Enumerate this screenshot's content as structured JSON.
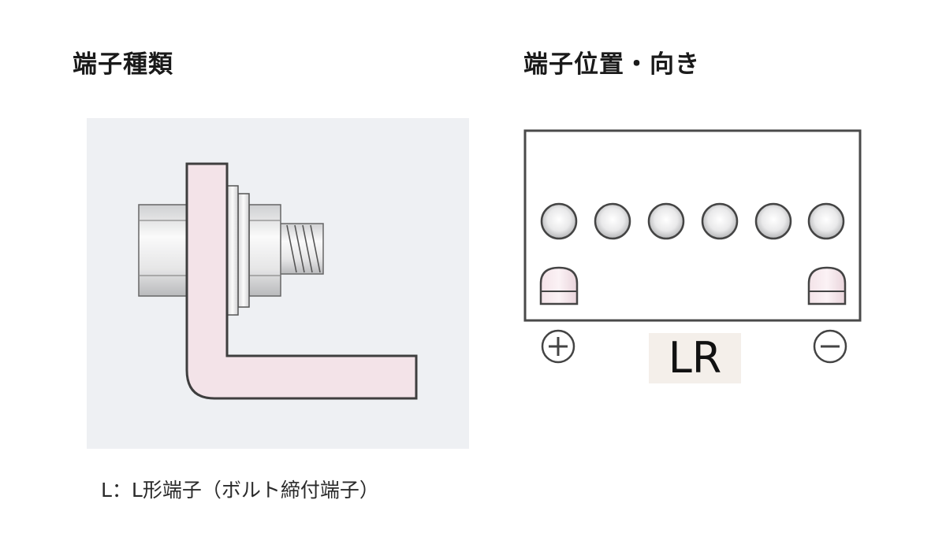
{
  "terminal_type": {
    "heading": "端子種類",
    "caption": "L：L形端子（ボルト締付端子）",
    "colors": {
      "panel_bg": "#eef0f3",
      "terminal_fill": "#f3e3e8",
      "metal": "#f2f2f2",
      "outline": "#4a4a4a"
    }
  },
  "terminal_position": {
    "heading": "端子位置・向き",
    "code": "LR",
    "cell_count": 6,
    "positive_terminal": "left",
    "negative_terminal": "right",
    "colors": {
      "code_bg": "#f4efea",
      "terminal_base": "#f3e3e8",
      "outline": "#4a4a4a"
    },
    "icons": [
      "plus-circle-icon",
      "minus-circle-icon",
      "cell-cap-icon",
      "terminal-post-icon"
    ]
  }
}
